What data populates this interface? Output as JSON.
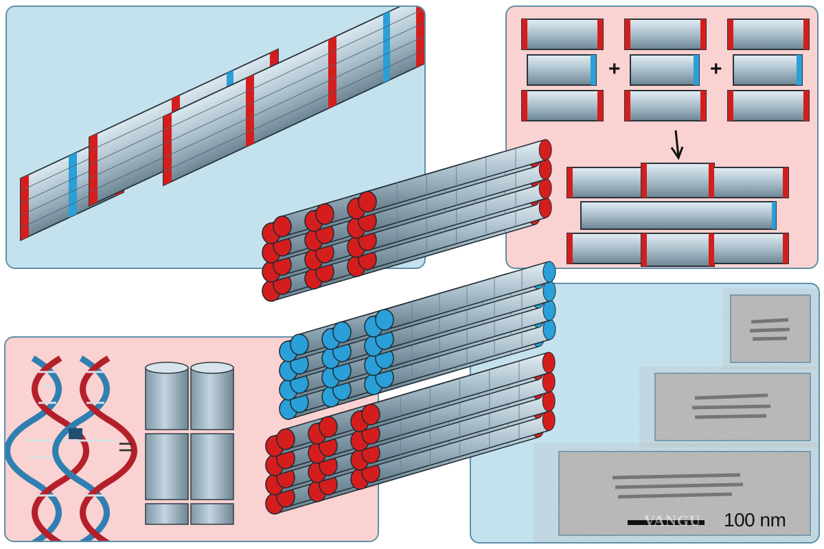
{
  "colors": {
    "panel_blue": "#c4e2ee",
    "panel_pink": "#f9d2d1",
    "helix_gray": "#a9bfcc",
    "helix_end_red": "#d41e1e",
    "helix_end_blue": "#2a9fd8",
    "strand_blue": "#2f7fb0",
    "strand_red": "#b4202a"
  },
  "icons": [
    "plus-sign",
    "down-arrow",
    "equals-sign",
    "scale-bar"
  ],
  "operators": {
    "plus_1": "+",
    "plus_2": "+",
    "equals": "="
  },
  "micrographs": {
    "scale_label": "100 nm",
    "watermark": "VANGU"
  }
}
